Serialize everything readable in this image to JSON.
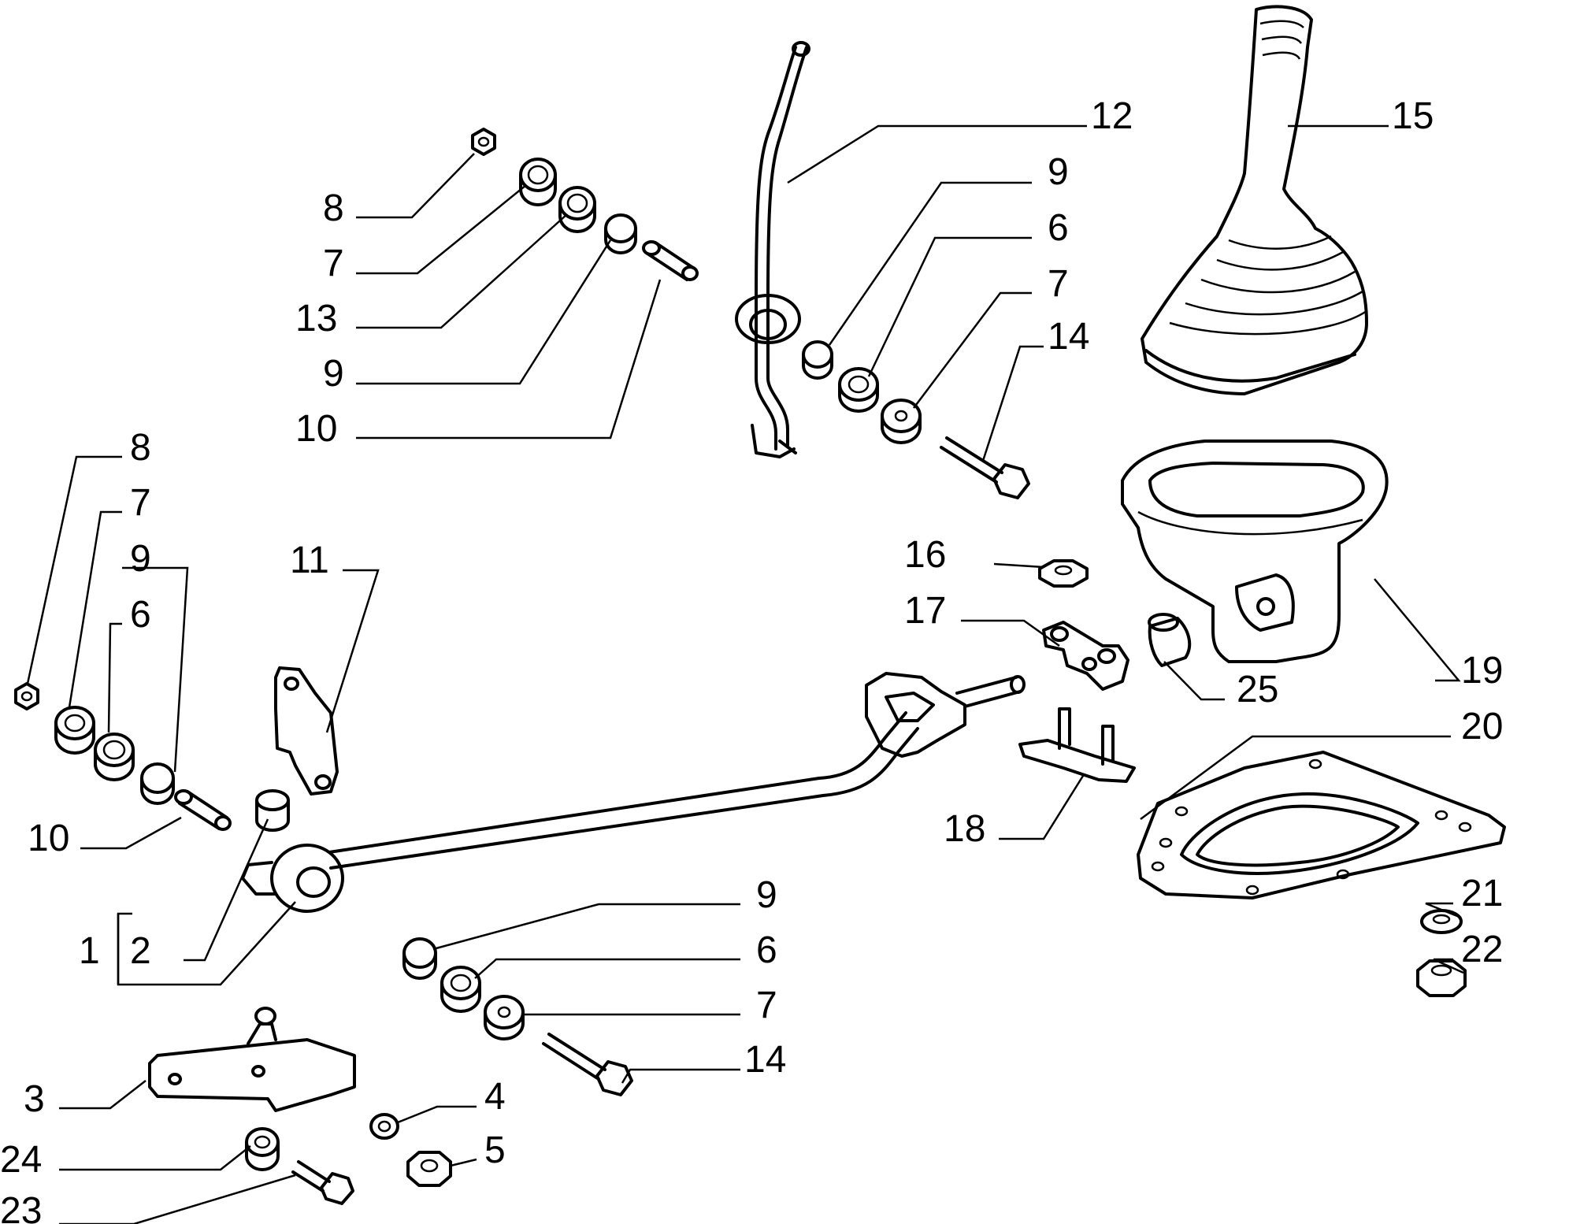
{
  "labels": [
    "8",
    "7",
    "13",
    "9",
    "10",
    "12",
    "9",
    "6",
    "7",
    "14",
    "15",
    "8",
    "7",
    "9",
    "6",
    "11",
    "10",
    "1",
    "2",
    "16",
    "17",
    "19",
    "25",
    "20",
    "18",
    "9",
    "6",
    "7",
    "14",
    "21",
    "22",
    "3",
    "4",
    "24",
    "5",
    "23"
  ],
  "colors": {
    "ink": "#000000",
    "background": "#ffffff"
  }
}
